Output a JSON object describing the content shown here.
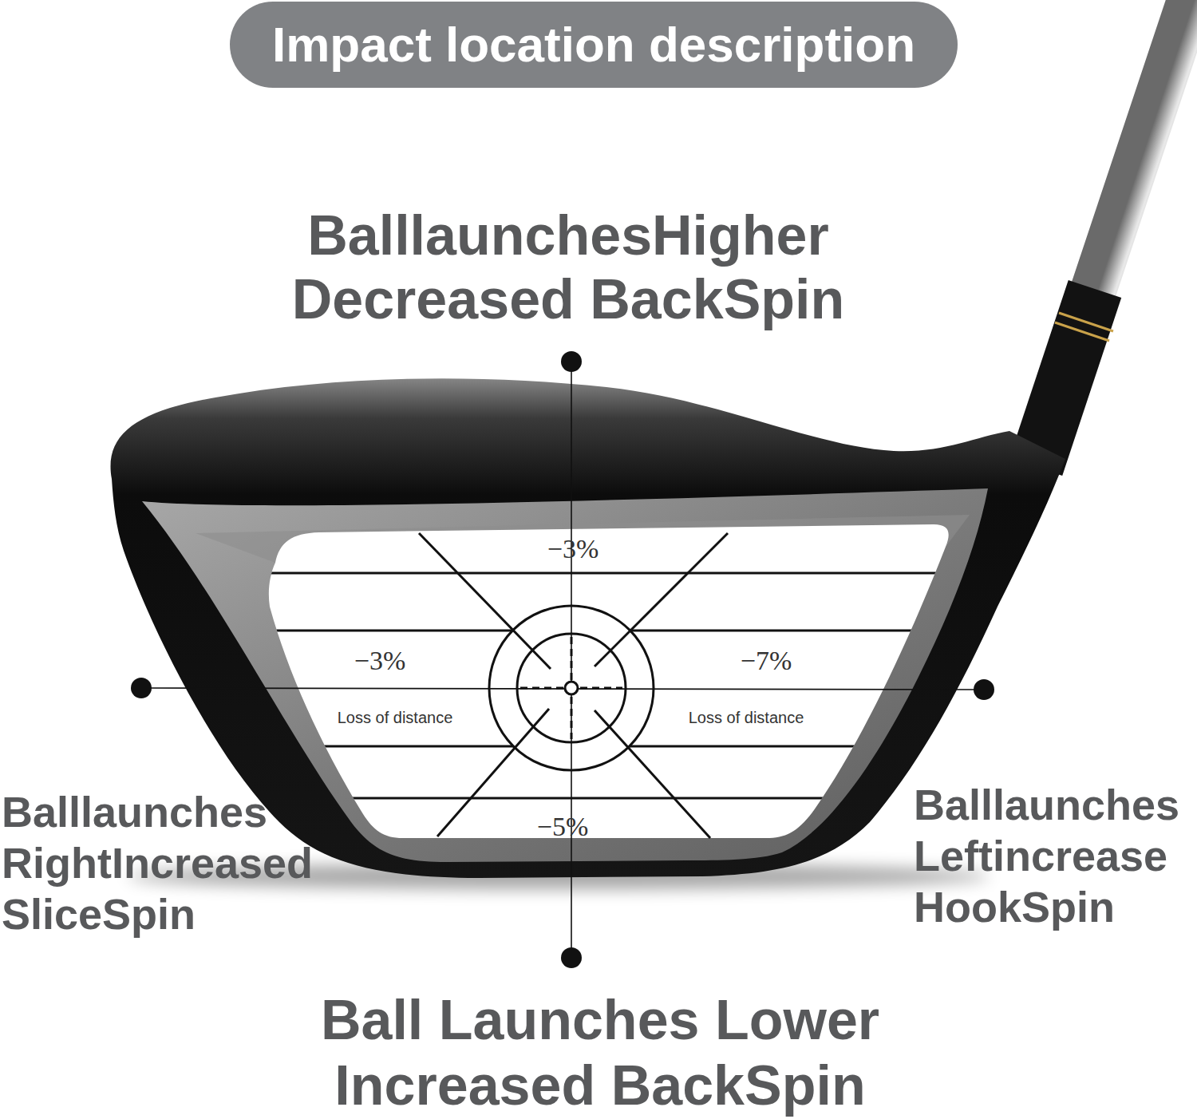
{
  "diagram": {
    "title": "Impact location description",
    "labels": [
      "BalllaunchesHigher Decreased BackSpin",
      "−3%",
      "−3%",
      "−7%",
      "Loss of distance",
      "Loss of distance",
      "−5%",
      "Balllaunches RightIncreased SliceSpin",
      "Balllaunches Leftincrease HookSpin",
      "Ball Launches Lower Increased BackSpin"
    ]
  }
}
